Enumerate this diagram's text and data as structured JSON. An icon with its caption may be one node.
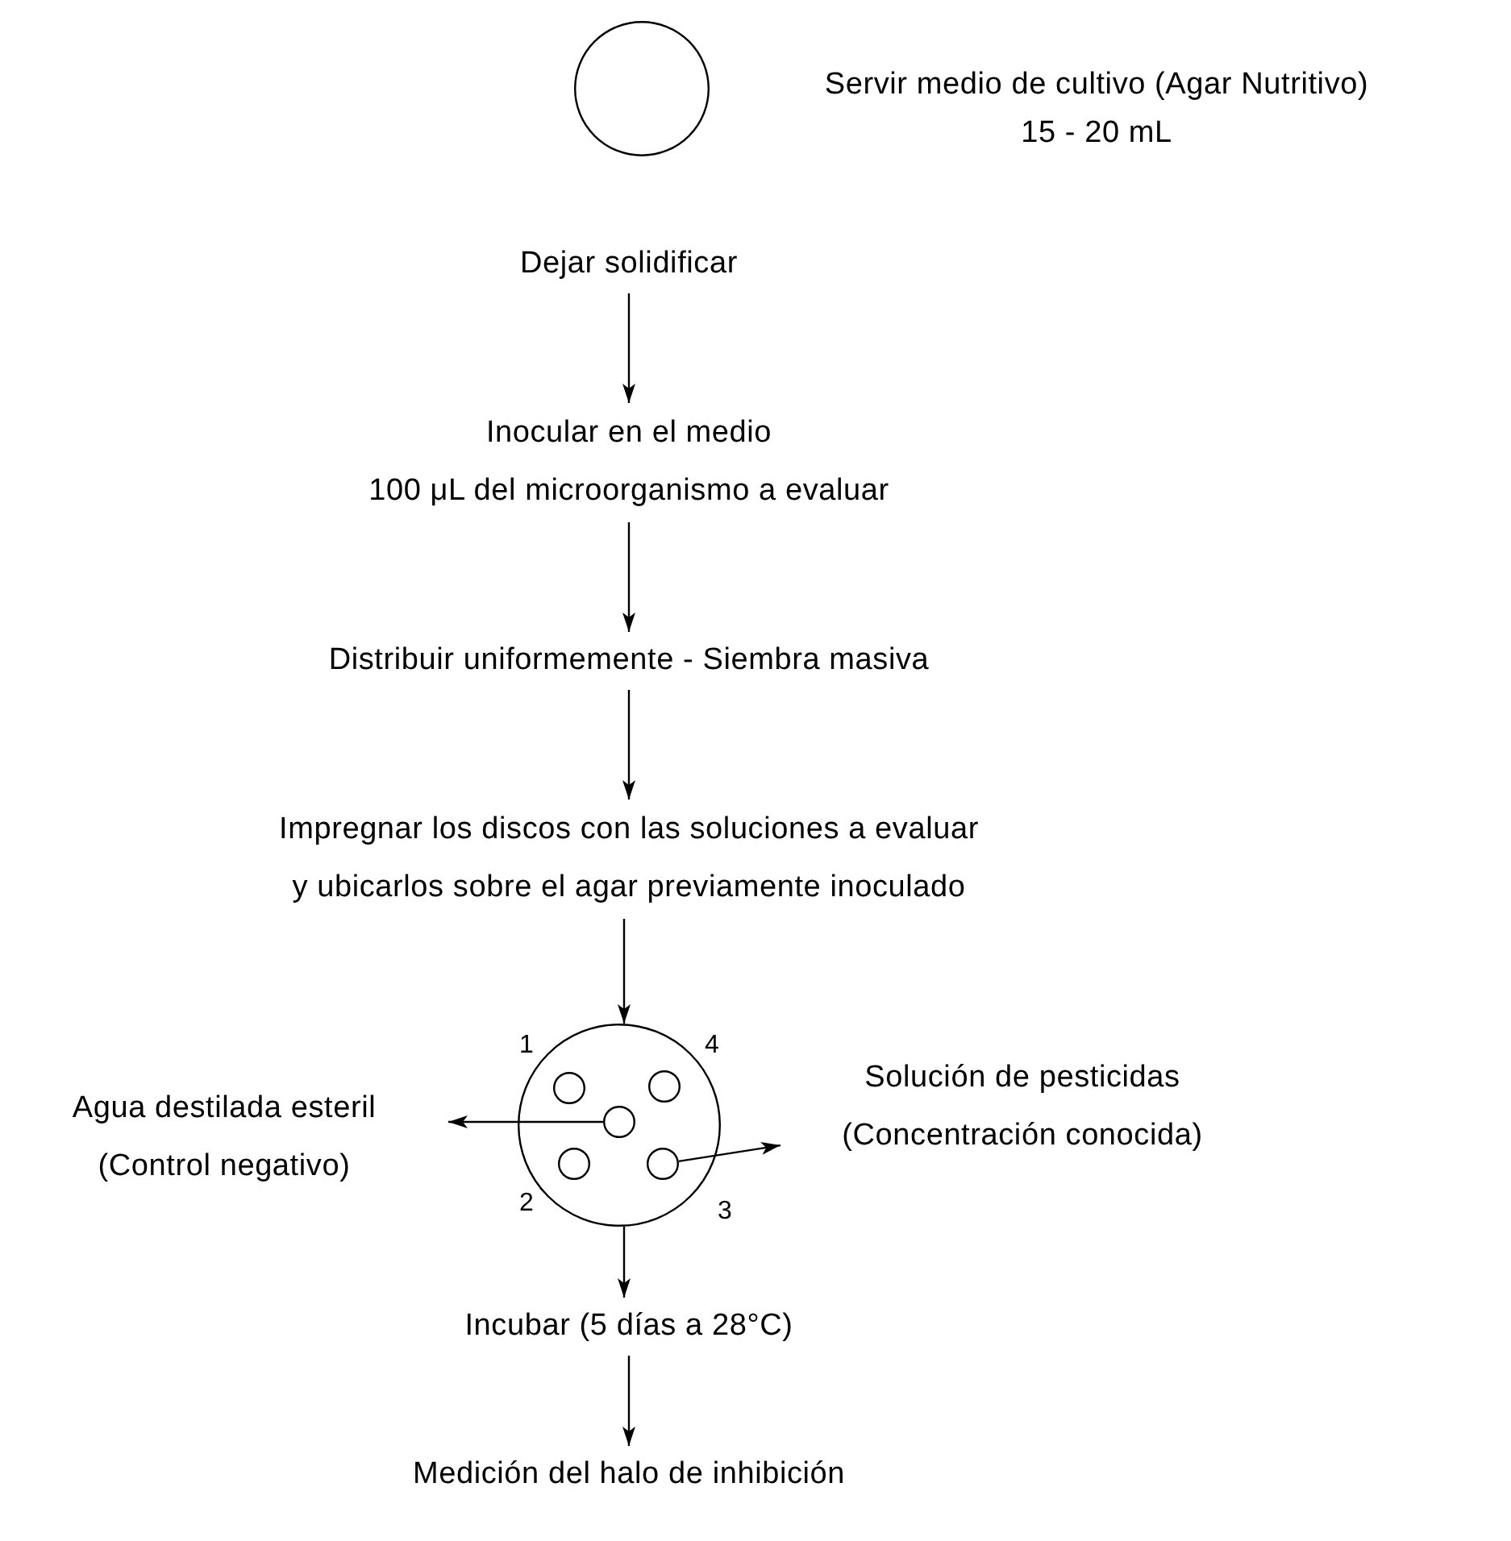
{
  "diagram": {
    "nodes": [
      {
        "text": [],
        "shape": "circle",
        "beside": [
          "Servir medio de cultivo (Agar Nutritivo)",
          "15 - 20 mL"
        ]
      },
      {
        "text": [
          "Dejar solidificar"
        ]
      },
      {
        "text": [
          "Inocular en el medio",
          "100 μL del microorganismo a evaluar"
        ]
      },
      {
        "text": [
          "Distribuir uniformemente - Siembra masiva"
        ]
      },
      {
        "text": [
          "Impregnar los discos con las soluciones a evaluar",
          "y ubicarlos sobre el agar previamente inoculado"
        ]
      },
      {
        "text": [],
        "shape": "circle"
      },
      {
        "text": [],
        "shape": "circle",
        "in": 5
      },
      {
        "text": [],
        "shape": "circle",
        "in": 5
      },
      {
        "text": [],
        "shape": "circle",
        "in": 5
      },
      {
        "text": [],
        "shape": "circle",
        "in": 5
      },
      {
        "text": [],
        "shape": "circle",
        "in": 5
      },
      {
        "text": [
          "Agua destilada esteril",
          "(Control negativo)"
        ]
      },
      {
        "text": [
          "Solución de pesticidas",
          "(Concentración conocida)"
        ]
      },
      {
        "text": [
          "Incubar (5 días a 28°C)"
        ]
      },
      {
        "text": [
          "Medición del halo de inhibición"
        ]
      }
    ],
    "edges": [
      {
        "from": 1,
        "to": 2,
        "arrow": "to"
      },
      {
        "from": 2,
        "to": 3,
        "arrow": "to"
      },
      {
        "from": 3,
        "to": 4,
        "arrow": "to"
      },
      {
        "from": 4,
        "to": 5,
        "arrow": "to"
      },
      {
        "from": 8,
        "to": 11,
        "arrow": "to"
      },
      {
        "from": 10,
        "to": 12,
        "arrow": "to"
      },
      {
        "from": 5,
        "to": 13,
        "arrow": "to"
      },
      {
        "from": 13,
        "to": 14,
        "arrow": "to"
      }
    ],
    "labels": [
      "1",
      "4",
      "2",
      "3"
    ]
  }
}
